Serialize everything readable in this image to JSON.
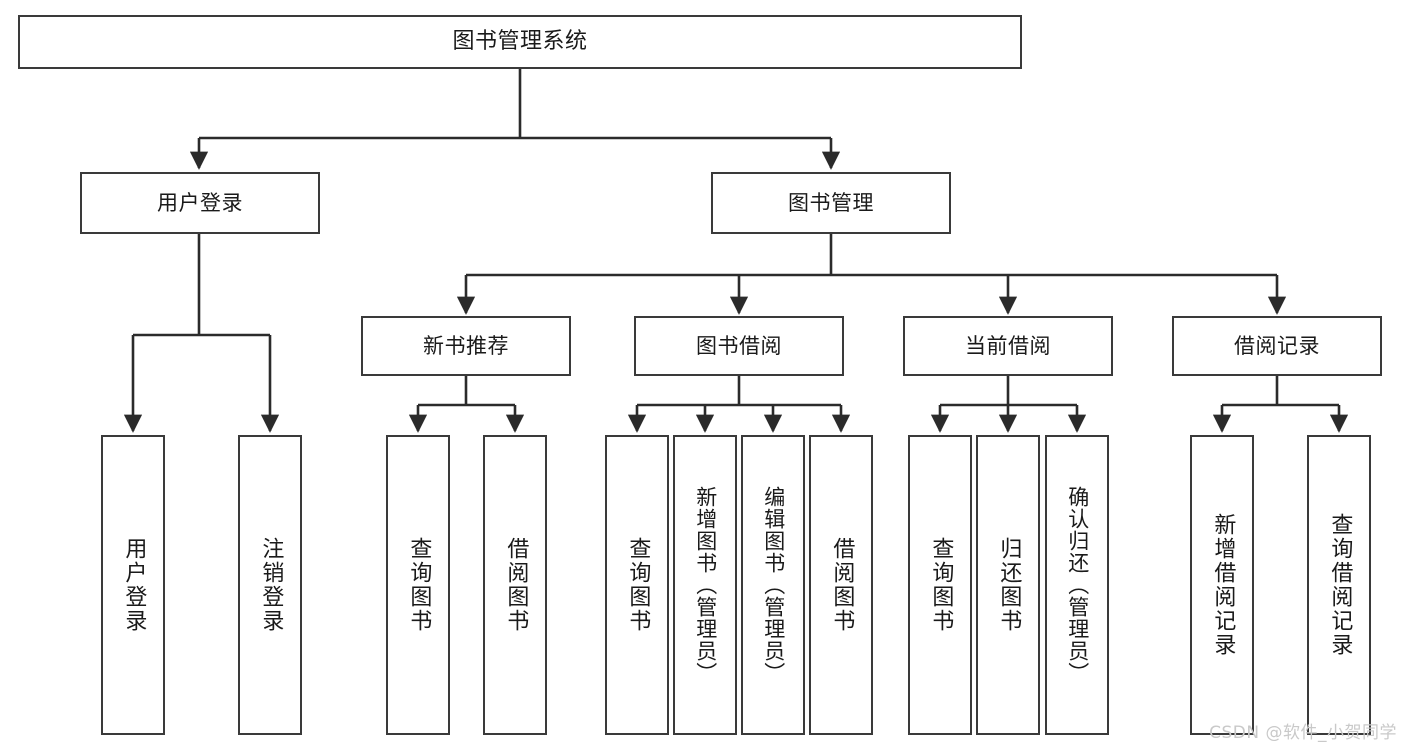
{
  "diagram": {
    "title": "图书管理系统",
    "type": "tree-hierarchy-diagram",
    "watermark": "CSDN @软件_小贺同学",
    "colors": {
      "background": "#ffffff",
      "box_border": "#3a3a3a",
      "connector": "#2b2b2b",
      "text": "#1a1a1a",
      "watermark": "#c9c9c9"
    }
  },
  "nodes": {
    "root": {
      "label": "图书管理系统"
    },
    "level2": [
      {
        "id": "user-login",
        "label": "用户登录"
      },
      {
        "id": "book-management",
        "label": "图书管理"
      }
    ],
    "level3": [
      {
        "id": "new-book-recommend",
        "label": "新书推荐"
      },
      {
        "id": "book-borrow",
        "label": "图书借阅"
      },
      {
        "id": "current-borrow",
        "label": "当前借阅"
      },
      {
        "id": "borrow-record",
        "label": "借阅记录"
      }
    ],
    "leaves": [
      {
        "id": "leaf-user-login",
        "label": "用户登录",
        "parent": "user-login"
      },
      {
        "id": "leaf-logout",
        "label": "注销登录",
        "parent": "user-login"
      },
      {
        "id": "leaf-query-book-1",
        "label": "查询图书",
        "parent": "new-book-recommend"
      },
      {
        "id": "leaf-borrow-book-1",
        "label": "借阅图书",
        "parent": "new-book-recommend"
      },
      {
        "id": "leaf-query-book-2",
        "label": "查询图书",
        "parent": "book-borrow"
      },
      {
        "id": "leaf-add-book",
        "label": "新增图书（管理员）",
        "parent": "book-borrow"
      },
      {
        "id": "leaf-edit-book",
        "label": "编辑图书（管理员）",
        "parent": "book-borrow"
      },
      {
        "id": "leaf-borrow-book-2",
        "label": "借阅图书",
        "parent": "book-borrow"
      },
      {
        "id": "leaf-query-book-3",
        "label": "查询图书",
        "parent": "current-borrow"
      },
      {
        "id": "leaf-return-book",
        "label": "归还图书",
        "parent": "current-borrow"
      },
      {
        "id": "leaf-confirm-return",
        "label": "确认归还（管理员）",
        "parent": "current-borrow"
      },
      {
        "id": "leaf-add-record",
        "label": "新增借阅记录",
        "parent": "borrow-record"
      },
      {
        "id": "leaf-query-record",
        "label": "查询借阅记录",
        "parent": "borrow-record"
      }
    ]
  }
}
